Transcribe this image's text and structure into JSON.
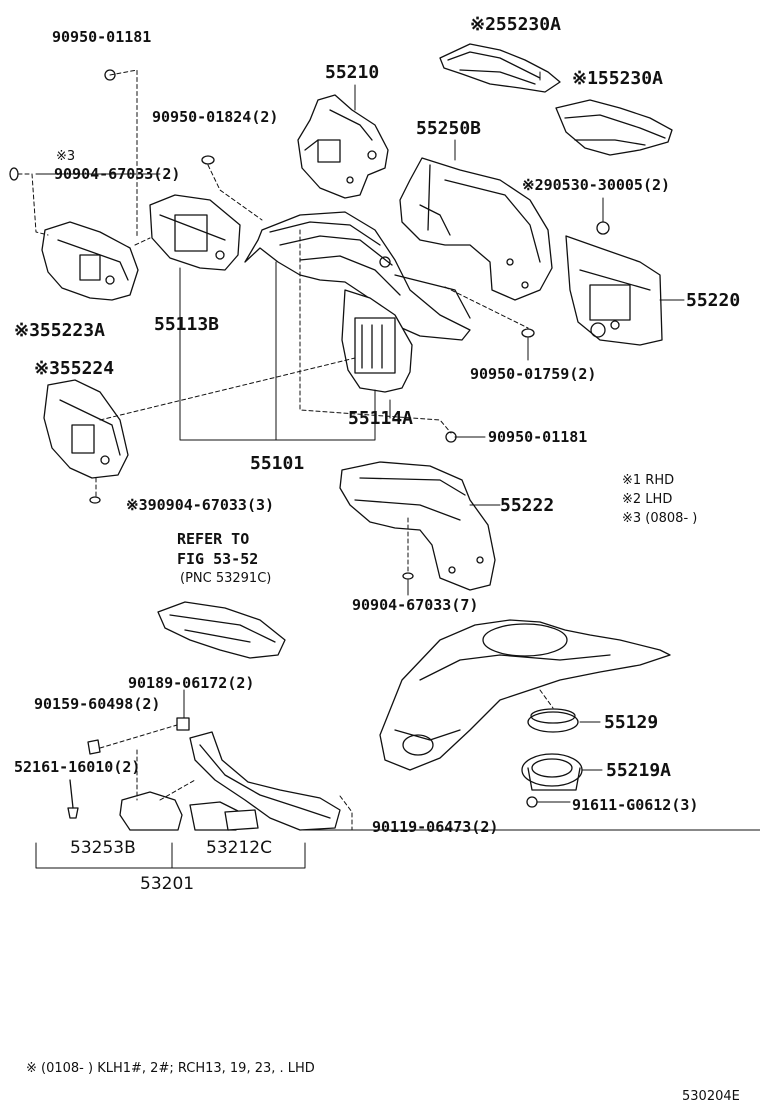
{
  "labels": {
    "p90950_01181_top": "90950-01181",
    "p55230a_lhd": "※255230A",
    "p55230a_rhd": "※155230A",
    "p55210": "55210",
    "p90950_01824": "90950-01824(2)",
    "p55250b": "55250B",
    "mark3_a": "※3",
    "p90904_67033_2": "90904-67033(2)",
    "p90530_30005": "※290530-30005(2)",
    "p55220": "55220",
    "p55223a": "※355223A",
    "p55113b": "55113B",
    "p90950_01759": "90950-01759(2)",
    "p55224": "※355224",
    "p55114a": "55114A",
    "p90950_01181_mid": "90950-01181",
    "p55101": "55101",
    "p90904_67033_3": "※390904-67033(3)",
    "p55222": "55222",
    "refer_line1": "REFER TO",
    "refer_line2": "FIG 53-52",
    "refer_line3": "(PNC 53291C)",
    "p90904_67033_7": "90904-67033(7)",
    "p90189_06172": "90189-06172(2)",
    "p90159_60498": "90159-60498(2)",
    "p55129": "55129",
    "p52161_16010": "52161-16010(2)",
    "p55219a": "55219A",
    "p91611_g0612": "91611-G0612(3)",
    "p90119_06473": "90119-06473(2)",
    "p53253b": "53253B",
    "p53212c": "53212C",
    "p53201": "53201"
  },
  "legend": {
    "rhd": "※1 RHD",
    "lhd": "※2 LHD",
    "date": "※3 (0808-      )"
  },
  "footnote": "※ (0108-        ) KLH1#, 2#; RCH13, 19, 23, . LHD",
  "figure_code": "530204E"
}
